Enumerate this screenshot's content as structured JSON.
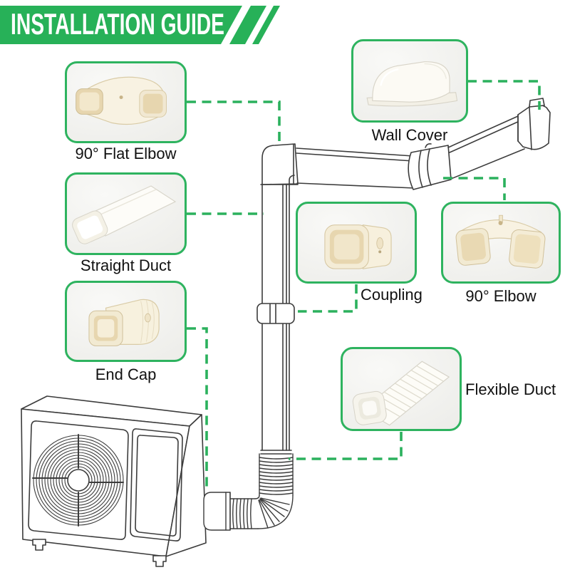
{
  "banner": {
    "title": "INSTALLATION GUIDE"
  },
  "theme": {
    "green": "#2eb35f",
    "dashed_line_green": "#2bb15d",
    "banner_green": "#27b158",
    "label_color": "#111111",
    "line_art_color": "#3c3c3c",
    "product_cream": "#f8f2e2",
    "product_opening": "#e7d6af",
    "card_background": "#f3f3f0"
  },
  "parts": [
    {
      "id": "flat-elbow",
      "label": "90° Flat Elbow"
    },
    {
      "id": "straight-duct",
      "label": "Straight Duct"
    },
    {
      "id": "end-cap",
      "label": "End Cap"
    },
    {
      "id": "wall-cover",
      "label": "Wall Cover"
    },
    {
      "id": "coupling",
      "label": "Coupling"
    },
    {
      "id": "elbow-90",
      "label": "90° Elbow"
    },
    {
      "id": "flexible-duct",
      "label": "Flexible Duct"
    }
  ],
  "diagram": {
    "subject": "outdoor-ac-unit-with-line-set-cover-ducting"
  }
}
